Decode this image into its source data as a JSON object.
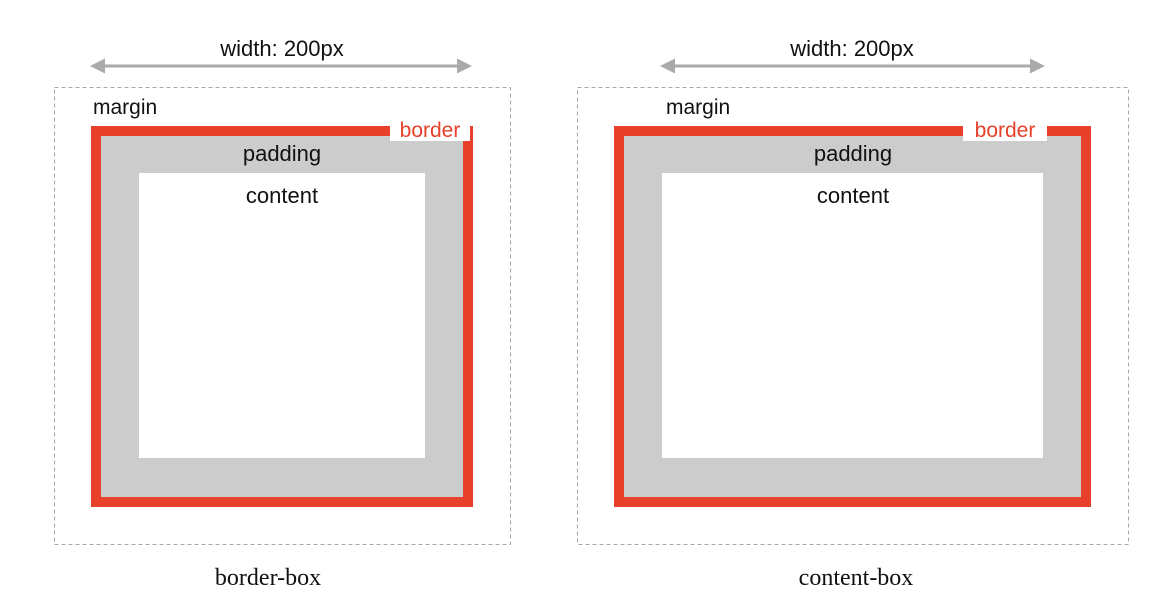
{
  "colors": {
    "border": "#e8412b",
    "padding": "#cccccc",
    "content": "#ffffff",
    "margin_outline": "#a8a8a8",
    "arrow": "#aaaaaa",
    "text": "#111111"
  },
  "panels": [
    {
      "width_label": "width: 200px",
      "margin_label": "margin",
      "border_label": "border",
      "padding_label": "padding",
      "content_label": "content",
      "caption": "border-box"
    },
    {
      "width_label": "width: 200px",
      "margin_label": "margin",
      "border_label": "border",
      "padding_label": "padding",
      "content_label": "content",
      "caption": "content-box"
    }
  ]
}
